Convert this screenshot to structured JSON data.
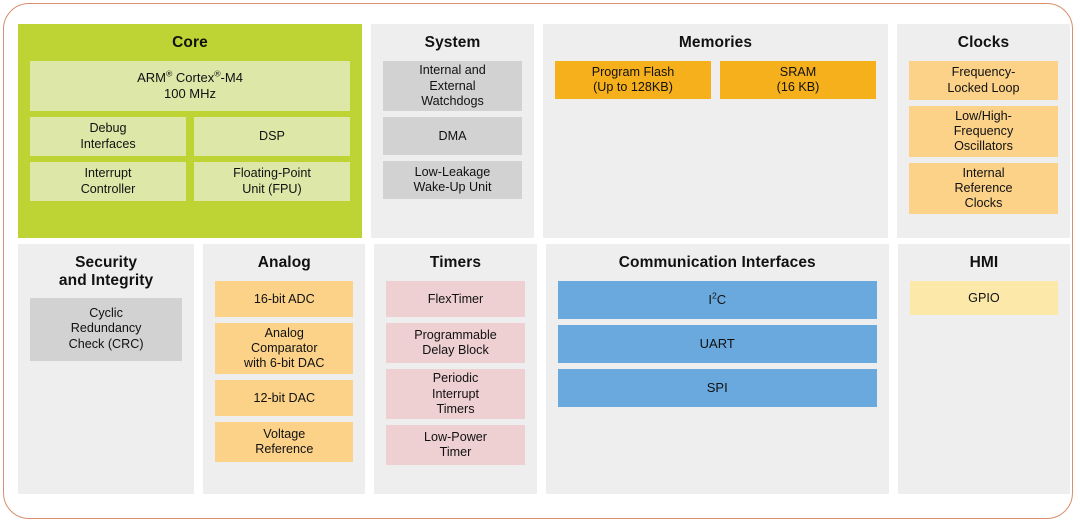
{
  "diagram": {
    "title_visible": false,
    "frame_border_color": "#d98e6d",
    "panel_bg": "#eeeeee",
    "panels": {
      "core": {
        "title": "Core",
        "panel_color": "#bdd434",
        "block_color": "#dde8a8",
        "blocks": [
          {
            "label": "ARM® Cortex®-M4\n100 MHz",
            "line1": "ARM",
            "sup1": "®",
            "mid": " Cortex",
            "sup2": "®",
            "tail": "-M4",
            "line2": "100 MHz"
          },
          {
            "label": "Debug\nInterfaces",
            "line1": "Debug",
            "line2": "Interfaces"
          },
          {
            "label": "DSP",
            "line1": "DSP"
          },
          {
            "label": "Interrupt\nController",
            "line1": "Interrupt",
            "line2": "Controller"
          },
          {
            "label": "Floating-Point\nUnit (FPU)",
            "line1": "Floating-Point",
            "line2": "Unit (FPU)"
          }
        ]
      },
      "system": {
        "title": "System",
        "block_color": "#d2d2d2",
        "blocks": [
          {
            "line1": "Internal and",
            "line2": "External",
            "line3": "Watchdogs"
          },
          {
            "line1": "DMA"
          },
          {
            "line1": "Low-Leakage",
            "line2": "Wake-Up Unit"
          }
        ]
      },
      "memories": {
        "title": "Memories",
        "block_color": "#f5b01c",
        "blocks": [
          {
            "line1": "Program Flash",
            "line2": "(Up to 128KB)"
          },
          {
            "line1": "SRAM",
            "line2": "(16 KB)"
          }
        ]
      },
      "clocks": {
        "title": "Clocks",
        "block_color": "#fcd289",
        "blocks": [
          {
            "line1": "Frequency-",
            "line2": "Locked Loop"
          },
          {
            "line1": "Low/High-",
            "line2": "Frequency",
            "line3": "Oscillators"
          },
          {
            "line1": "Internal",
            "line2": "Reference",
            "line3": "Clocks"
          }
        ]
      },
      "security": {
        "title_line1": "Security",
        "title_line2": "and Integrity",
        "block_color": "#d2d2d2",
        "blocks": [
          {
            "line1": "Cyclic",
            "line2": "Redundancy",
            "line3": "Check (CRC)"
          }
        ]
      },
      "analog": {
        "title": "Analog",
        "block_color": "#fcd289",
        "blocks": [
          {
            "line1": "16-bit ADC"
          },
          {
            "line1": "Analog",
            "line2": "Comparator",
            "line3": "with 6-bit DAC"
          },
          {
            "line1": "12-bit DAC"
          },
          {
            "line1": "Voltage",
            "line2": "Reference"
          }
        ]
      },
      "timers": {
        "title": "Timers",
        "block_color": "#eecfd2",
        "blocks": [
          {
            "line1": "FlexTimer"
          },
          {
            "line1": "Programmable",
            "line2": "Delay Block"
          },
          {
            "line1": "Periodic",
            "line2": "Interrupt",
            "line3": "Timers"
          },
          {
            "line1": "Low-Power",
            "line2": "Timer"
          }
        ]
      },
      "communication": {
        "title": "Communication Interfaces",
        "block_color": "#6aa9de",
        "blocks": [
          {
            "line1": "I",
            "sup1": "2",
            "tail": "C"
          },
          {
            "line1": "UART"
          },
          {
            "line1": "SPI"
          }
        ]
      },
      "hmi": {
        "title": "HMI",
        "block_color": "#fce8a8",
        "blocks": [
          {
            "line1": "GPIO"
          }
        ]
      }
    }
  }
}
